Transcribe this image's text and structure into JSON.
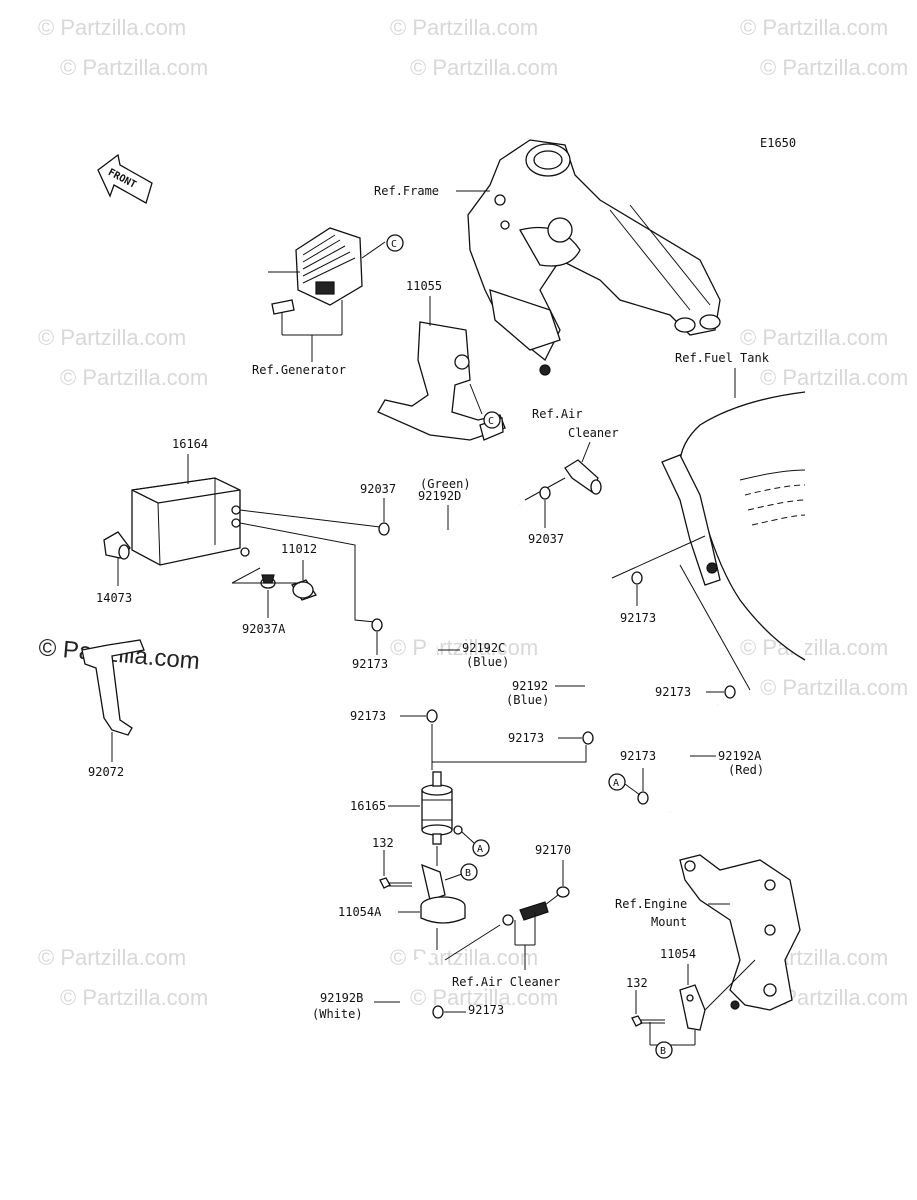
{
  "diagram_code": "E1650",
  "watermark_text": "© Partzilla.com",
  "front_arrow_label": "FRONT",
  "labels": {
    "ref_frame": "Ref.Frame",
    "ref_generator": "Ref.Generator",
    "ref_air_cleaner_l1": "Ref.Air",
    "ref_air_cleaner_l2": "Cleaner",
    "ref_fuel_tank": "Ref.Fuel Tank",
    "ref_engine_mount_l1": "Ref.Engine",
    "ref_engine_mount_l2": "Mount",
    "ref_air_cleaner_bottom": "Ref.Air Cleaner",
    "p11055": "11055",
    "p16164": "16164",
    "p92037_a": "92037",
    "p92192d_color": "(Green)",
    "p92192d": "92192D",
    "p92037_b": "92037",
    "p11012": "11012",
    "p14073": "14073",
    "p92037a": "92037A",
    "p92173_a": "92173",
    "p92192c": "92192C",
    "p92192c_color": "(Blue)",
    "p92173_b": "92173",
    "p92192": "92192",
    "p92192_color": "(Blue)",
    "p92173_c": "92173",
    "p92173_d": "92173",
    "p92173_e": "92173",
    "p92192a": "92192A",
    "p92192a_color": "(Red)",
    "p92173_f": "92173",
    "p92072": "92072",
    "p16165": "16165",
    "p132_a": "132",
    "p11054a": "11054A",
    "p92170": "92170",
    "p92192b": "92192B",
    "p92192b_color": "(White)",
    "p92173_g": "92173",
    "p11054": "11054",
    "p132_b": "132"
  },
  "callouts": {
    "c_top": "C",
    "c_bracket": "C",
    "a_filter": "A",
    "a_hose": "A",
    "b_clamp": "B",
    "b_bottom": "B"
  }
}
